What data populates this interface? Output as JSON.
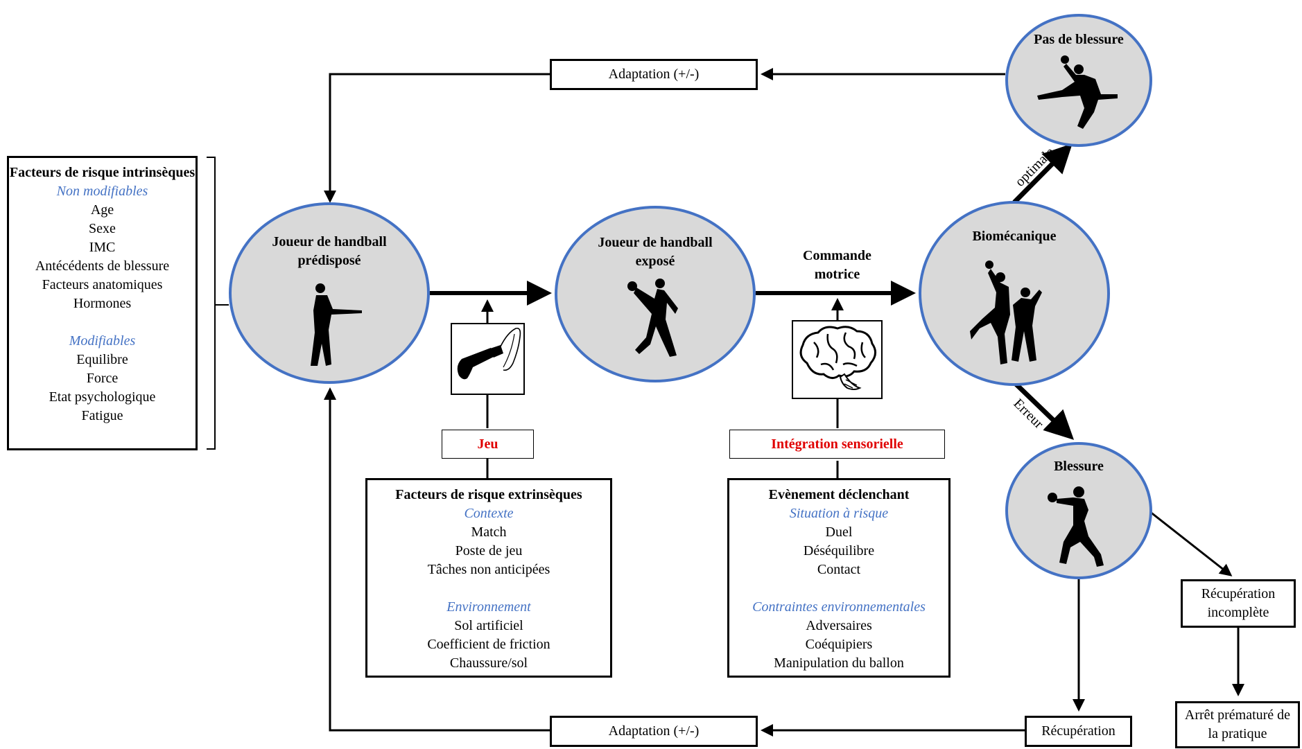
{
  "intrinsic": {
    "title": "Facteurs de risque intrinsèques",
    "non_modifiable_label": "Non modifiables",
    "non_modifiable": [
      "Age",
      "Sexe",
      "IMC",
      "Antécédents de blessure",
      "Facteurs anatomiques",
      "Hormones"
    ],
    "modifiable_label": "Modifiables",
    "modifiable": [
      "Equilibre",
      "Force",
      "Etat psychologique",
      "Fatigue"
    ]
  },
  "nodes": {
    "predisposed": "Joueur de handball prédisposé",
    "exposed": "Joueur de handball exposé",
    "biomechanics": "Biomécanique",
    "no_injury": "Pas de blessure",
    "injury": "Blessure"
  },
  "edges": {
    "adaptation_top": "Adaptation (+/-)",
    "adaptation_bottom": "Adaptation (+/-)",
    "motor_command": "Commande motrice",
    "optimal": "optimale",
    "error": "Erreur"
  },
  "labels": {
    "game": "Jeu",
    "sensory": "Intégration sensorielle",
    "recovery": "Récupération",
    "incomplete_recovery": "Récupération incomplète",
    "early_stop": "Arrêt prématuré de la pratique"
  },
  "extrinsic": {
    "title": "Facteurs de risque extrinsèques",
    "context_label": "Contexte",
    "context": [
      "Match",
      "Poste de jeu",
      "Tâches non anticipées"
    ],
    "environment_label": "Environnement",
    "environment": [
      "Sol artificiel",
      "Coefficient de friction",
      "Chaussure/sol"
    ]
  },
  "trigger": {
    "title": "Evènement déclenchant",
    "situation_label": "Situation à risque",
    "situation": [
      "Duel",
      "Déséquilibre",
      "Contact"
    ],
    "constraints_label": "Contraintes environnementales",
    "constraints": [
      "Adversaires",
      "Coéquipiers",
      "Manipulation du ballon"
    ]
  },
  "icons": {
    "game": "whistle-icon",
    "sensory": "brain-icon",
    "players": "handball-player-silhouette"
  },
  "colors": {
    "circle_fill": "#d9d9d9",
    "circle_border": "#4472c4",
    "category_text": "#4472c4",
    "highlight_text": "#e00000"
  }
}
